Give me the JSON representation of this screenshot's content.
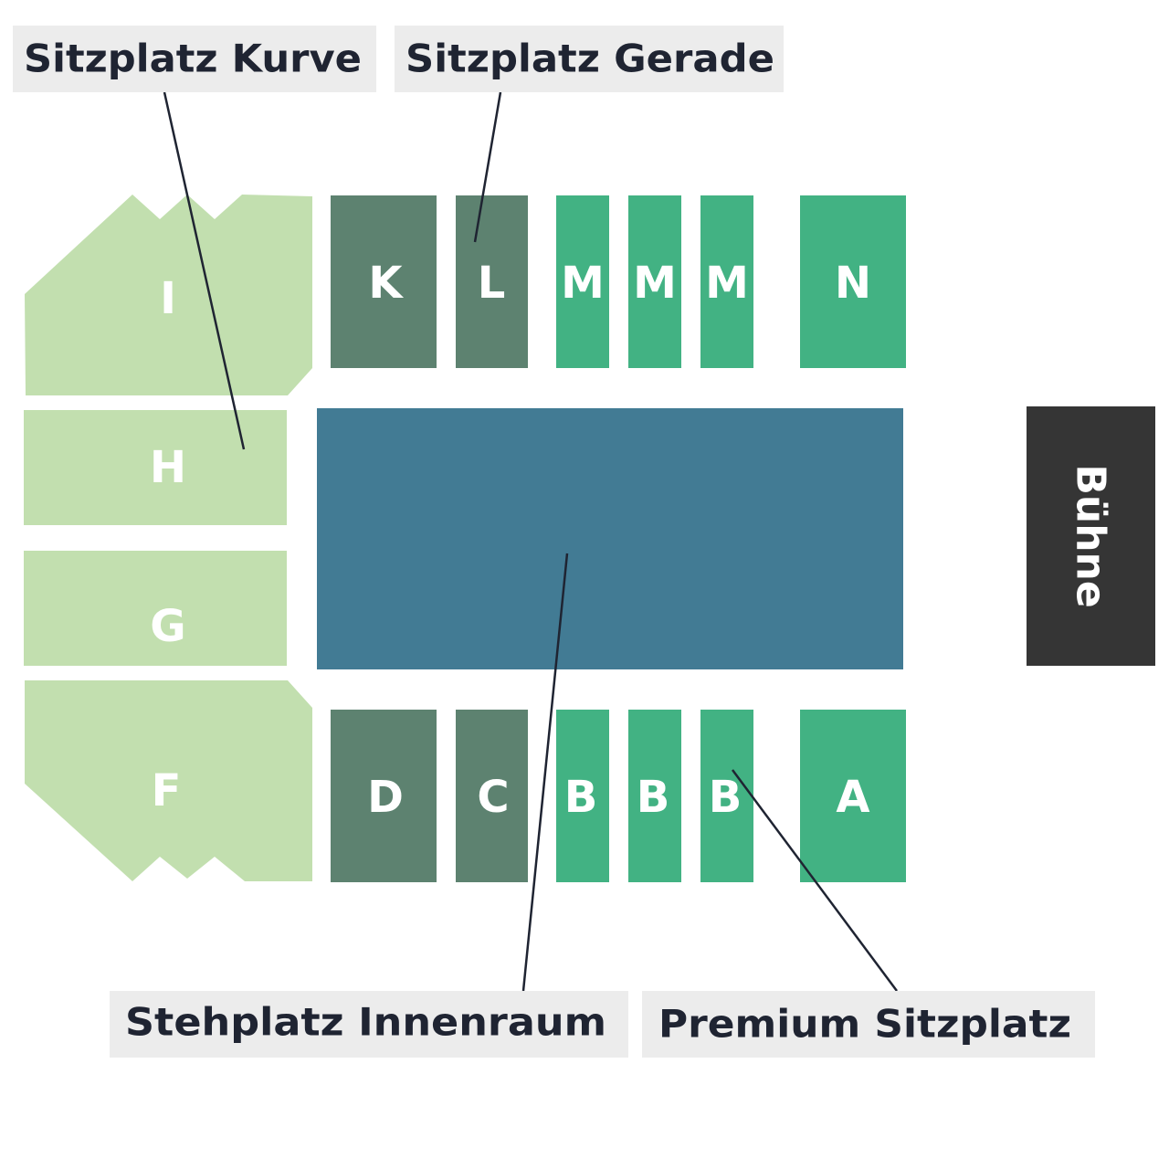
{
  "colors": {
    "curve": "#c2dfaf",
    "straight": "#5d8270",
    "premium": "#42b283",
    "standing": "#427b94",
    "stage": "#353535",
    "callout_bg": "#ececec",
    "callout_text": "#1f2432"
  },
  "sections": {
    "I": "I",
    "H": "H",
    "G": "G",
    "F": "F",
    "K": "K",
    "L": "L",
    "M1": "M",
    "M2": "M",
    "M3": "M",
    "N": "N",
    "D": "D",
    "C": "C",
    "B1": "B",
    "B2": "B",
    "B3": "B",
    "A": "A"
  },
  "stage": {
    "label": "Bühne"
  },
  "callouts": {
    "curve": "Sitzplatz Kurve",
    "straight": "Sitzplatz Gerade",
    "standing": "Stehplatz Innenraum",
    "premium": "Premium Sitzplatz"
  }
}
